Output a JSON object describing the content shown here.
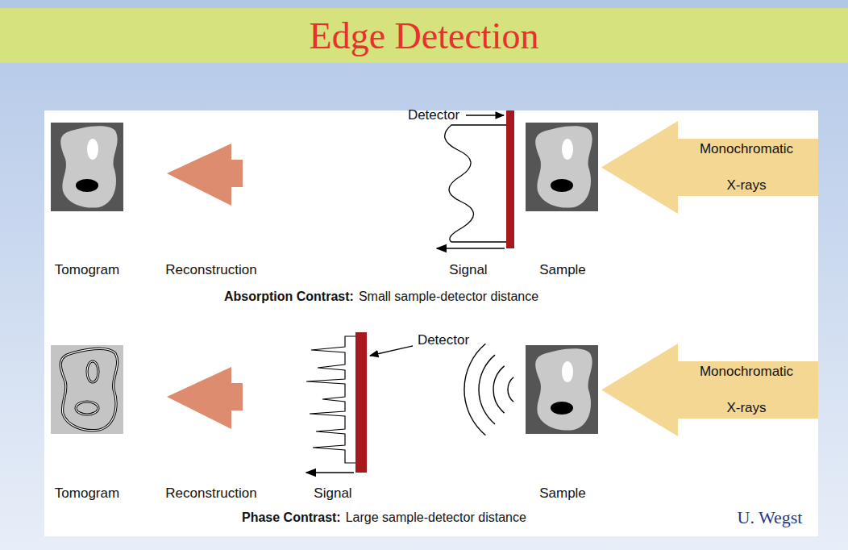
{
  "diagram": {
    "title": "Edge Detection",
    "nodes": [
      {
        "text": [
          "Monochromatic",
          "X-rays"
        ]
      },
      {
        "text": [
          "Monochromatic",
          "X-rays"
        ]
      }
    ],
    "labels": [
      "Detector",
      "Signal",
      "Sample",
      "Tomogram",
      "Reconstruction",
      "Absorption Contrast:",
      "Small sample-detector distance",
      "Detector",
      "Tomogram",
      "Reconstruction",
      "Signal",
      "Sample",
      "Phase Contrast:",
      "Large sample-detector distance",
      "U. Wegst"
    ]
  }
}
